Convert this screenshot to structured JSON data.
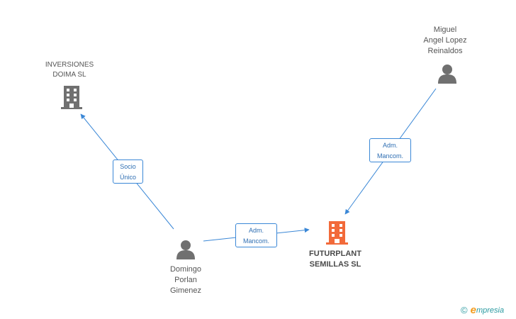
{
  "colors": {
    "company_main": "#f26a3a",
    "company": "#707070",
    "person": "#707070",
    "edge": "#3a87d6"
  },
  "nodes": {
    "inversiones": {
      "label": "INVERSIONES\nDOIMA SL",
      "icon": "building-icon"
    },
    "miguel": {
      "label": "Miguel\nAngel Lopez\nReinaldos",
      "icon": "person-icon"
    },
    "domingo": {
      "label": "Domingo\nPorlan\nGimenez",
      "icon": "person-icon"
    },
    "futurplant": {
      "label": "FUTURPLANT\nSEMILLAS SL",
      "icon": "building-icon"
    }
  },
  "edges": {
    "socio": {
      "label": "Socio\nÚnico"
    },
    "adm1": {
      "label": "Adm.\nMancom."
    },
    "adm2": {
      "label": "Adm.\nMancom."
    }
  },
  "brand": {
    "copyright": "©",
    "e": "e",
    "rest": "mpresia"
  }
}
